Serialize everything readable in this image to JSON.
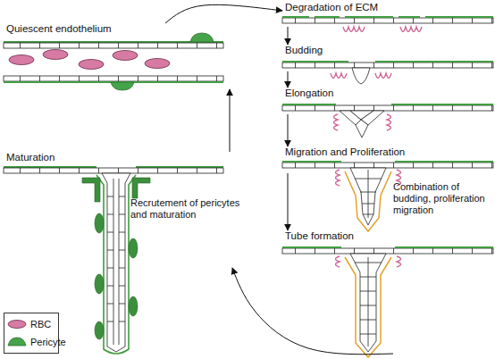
{
  "diagram": {
    "nodes": [
      {
        "text": [
          "Quiescent endothelium"
        ]
      },
      {
        "text": [
          "Degradation of ECM"
        ]
      },
      {
        "text": [
          "Budding"
        ]
      },
      {
        "text": [
          "Elongation"
        ]
      },
      {
        "text": [
          "Migration and Proliferation"
        ]
      },
      {
        "text": [
          "Tube formation"
        ]
      },
      {
        "text": [
          "Maturation"
        ]
      }
    ],
    "edges": [
      {
        "from": 0,
        "to": 1,
        "arrow": "to"
      },
      {
        "from": 1,
        "to": 2,
        "arrow": "to"
      },
      {
        "from": 2,
        "to": 3,
        "arrow": "to"
      },
      {
        "from": 3,
        "to": 4,
        "arrow": "to"
      },
      {
        "from": 4,
        "to": 5,
        "arrow": "to"
      },
      {
        "from": 5,
        "to": 6,
        "arrow": "to"
      },
      {
        "from": 6,
        "to": 0,
        "arrow": "to"
      }
    ],
    "labels": [
      "Combination of budding, proliferation migration",
      "Recrutement of pericytes and maturation"
    ],
    "legend": [
      {
        "text": "RBC",
        "color": "#d77ba4"
      },
      {
        "text": "Pericyte",
        "color": "#45a34a"
      }
    ]
  }
}
